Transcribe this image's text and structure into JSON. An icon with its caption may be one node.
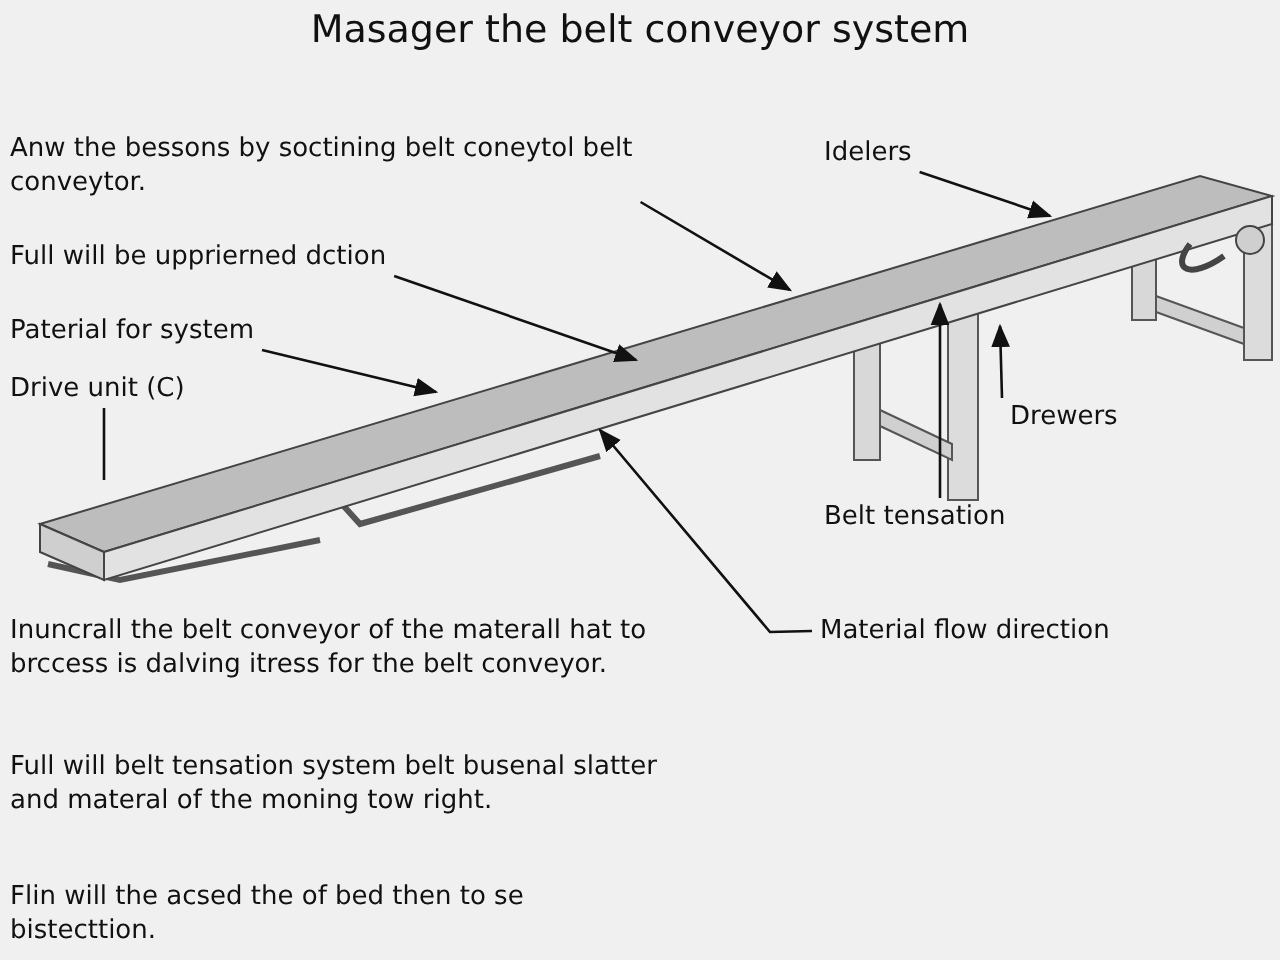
{
  "diagram": {
    "title": "Masager the belt conveyor system",
    "nodes": [
      {
        "text": [
          "Anw the bessons by soctining belt coneytol belt conveytor."
        ]
      },
      {
        "text": [
          "Full will be upprierned dction"
        ]
      },
      {
        "text": [
          "Paterial for system"
        ]
      },
      {
        "text": [
          "Drive unit (C)"
        ]
      },
      {
        "text": [
          "Idelers"
        ]
      },
      {
        "text": [
          "Drewers"
        ]
      },
      {
        "text": [
          "Belt tensation"
        ]
      },
      {
        "text": [
          "Material flow direction"
        ]
      }
    ],
    "edges": [
      {
        "from": 0,
        "to": null,
        "arrow": "to"
      },
      {
        "from": 1,
        "to": null,
        "arrow": "to"
      },
      {
        "from": 2,
        "to": null,
        "arrow": "to"
      },
      {
        "from": 3,
        "to": null,
        "arrow": "none"
      },
      {
        "from": 4,
        "to": null,
        "arrow": "to"
      },
      {
        "from": 5,
        "to": null,
        "arrow": "to"
      },
      {
        "from": 6,
        "to": null,
        "arrow": "to"
      },
      {
        "from": 7,
        "to": null,
        "arrow": "to"
      }
    ],
    "labels": [
      "Inuncrall the belt conveyor of the materall hat to brccess is dalving itress for the belt conveyor.",
      "Full will belt tensation system belt busenal slatter and materal of the moning tow right.",
      "Flin will the acsed the of bed then to se bistecttion."
    ]
  }
}
